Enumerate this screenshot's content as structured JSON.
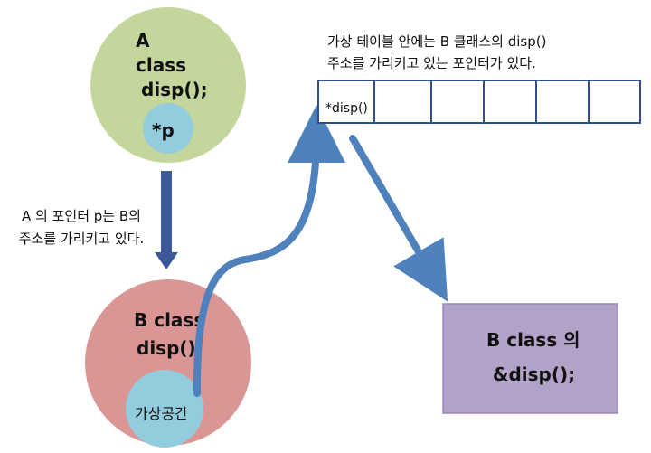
{
  "labels": {
    "class_a": {
      "line1": "A",
      "line2": "class",
      "line3": "disp();",
      "pointer": "*p"
    },
    "class_b": {
      "line1": "B class",
      "line2": "disp();",
      "virtual_space": "가상공간"
    },
    "vtable": {
      "first_cell": "*disp()"
    },
    "result_box": {
      "line1": "B class 의",
      "line2": "&disp();"
    }
  },
  "descriptions": {
    "vtable_note": "가상 테이블 안에는 B 클래스의 disp()\n주소를 가리키고 있는 포인터가 있다.",
    "pointer_note": "A 의 포인터 p는 B의\n주소를 가리키고 있다."
  },
  "colors": {
    "class_a_circle": "#c3d69b",
    "pointer_circle": "#93cddd",
    "class_b_circle": "#d99694",
    "virtual_space_circle": "#93cddd",
    "result_box": "#b3a2c7",
    "arrow_main": "#4f81bd",
    "arrow_down": "#3b5998",
    "table_border": "#2f4f8f"
  }
}
